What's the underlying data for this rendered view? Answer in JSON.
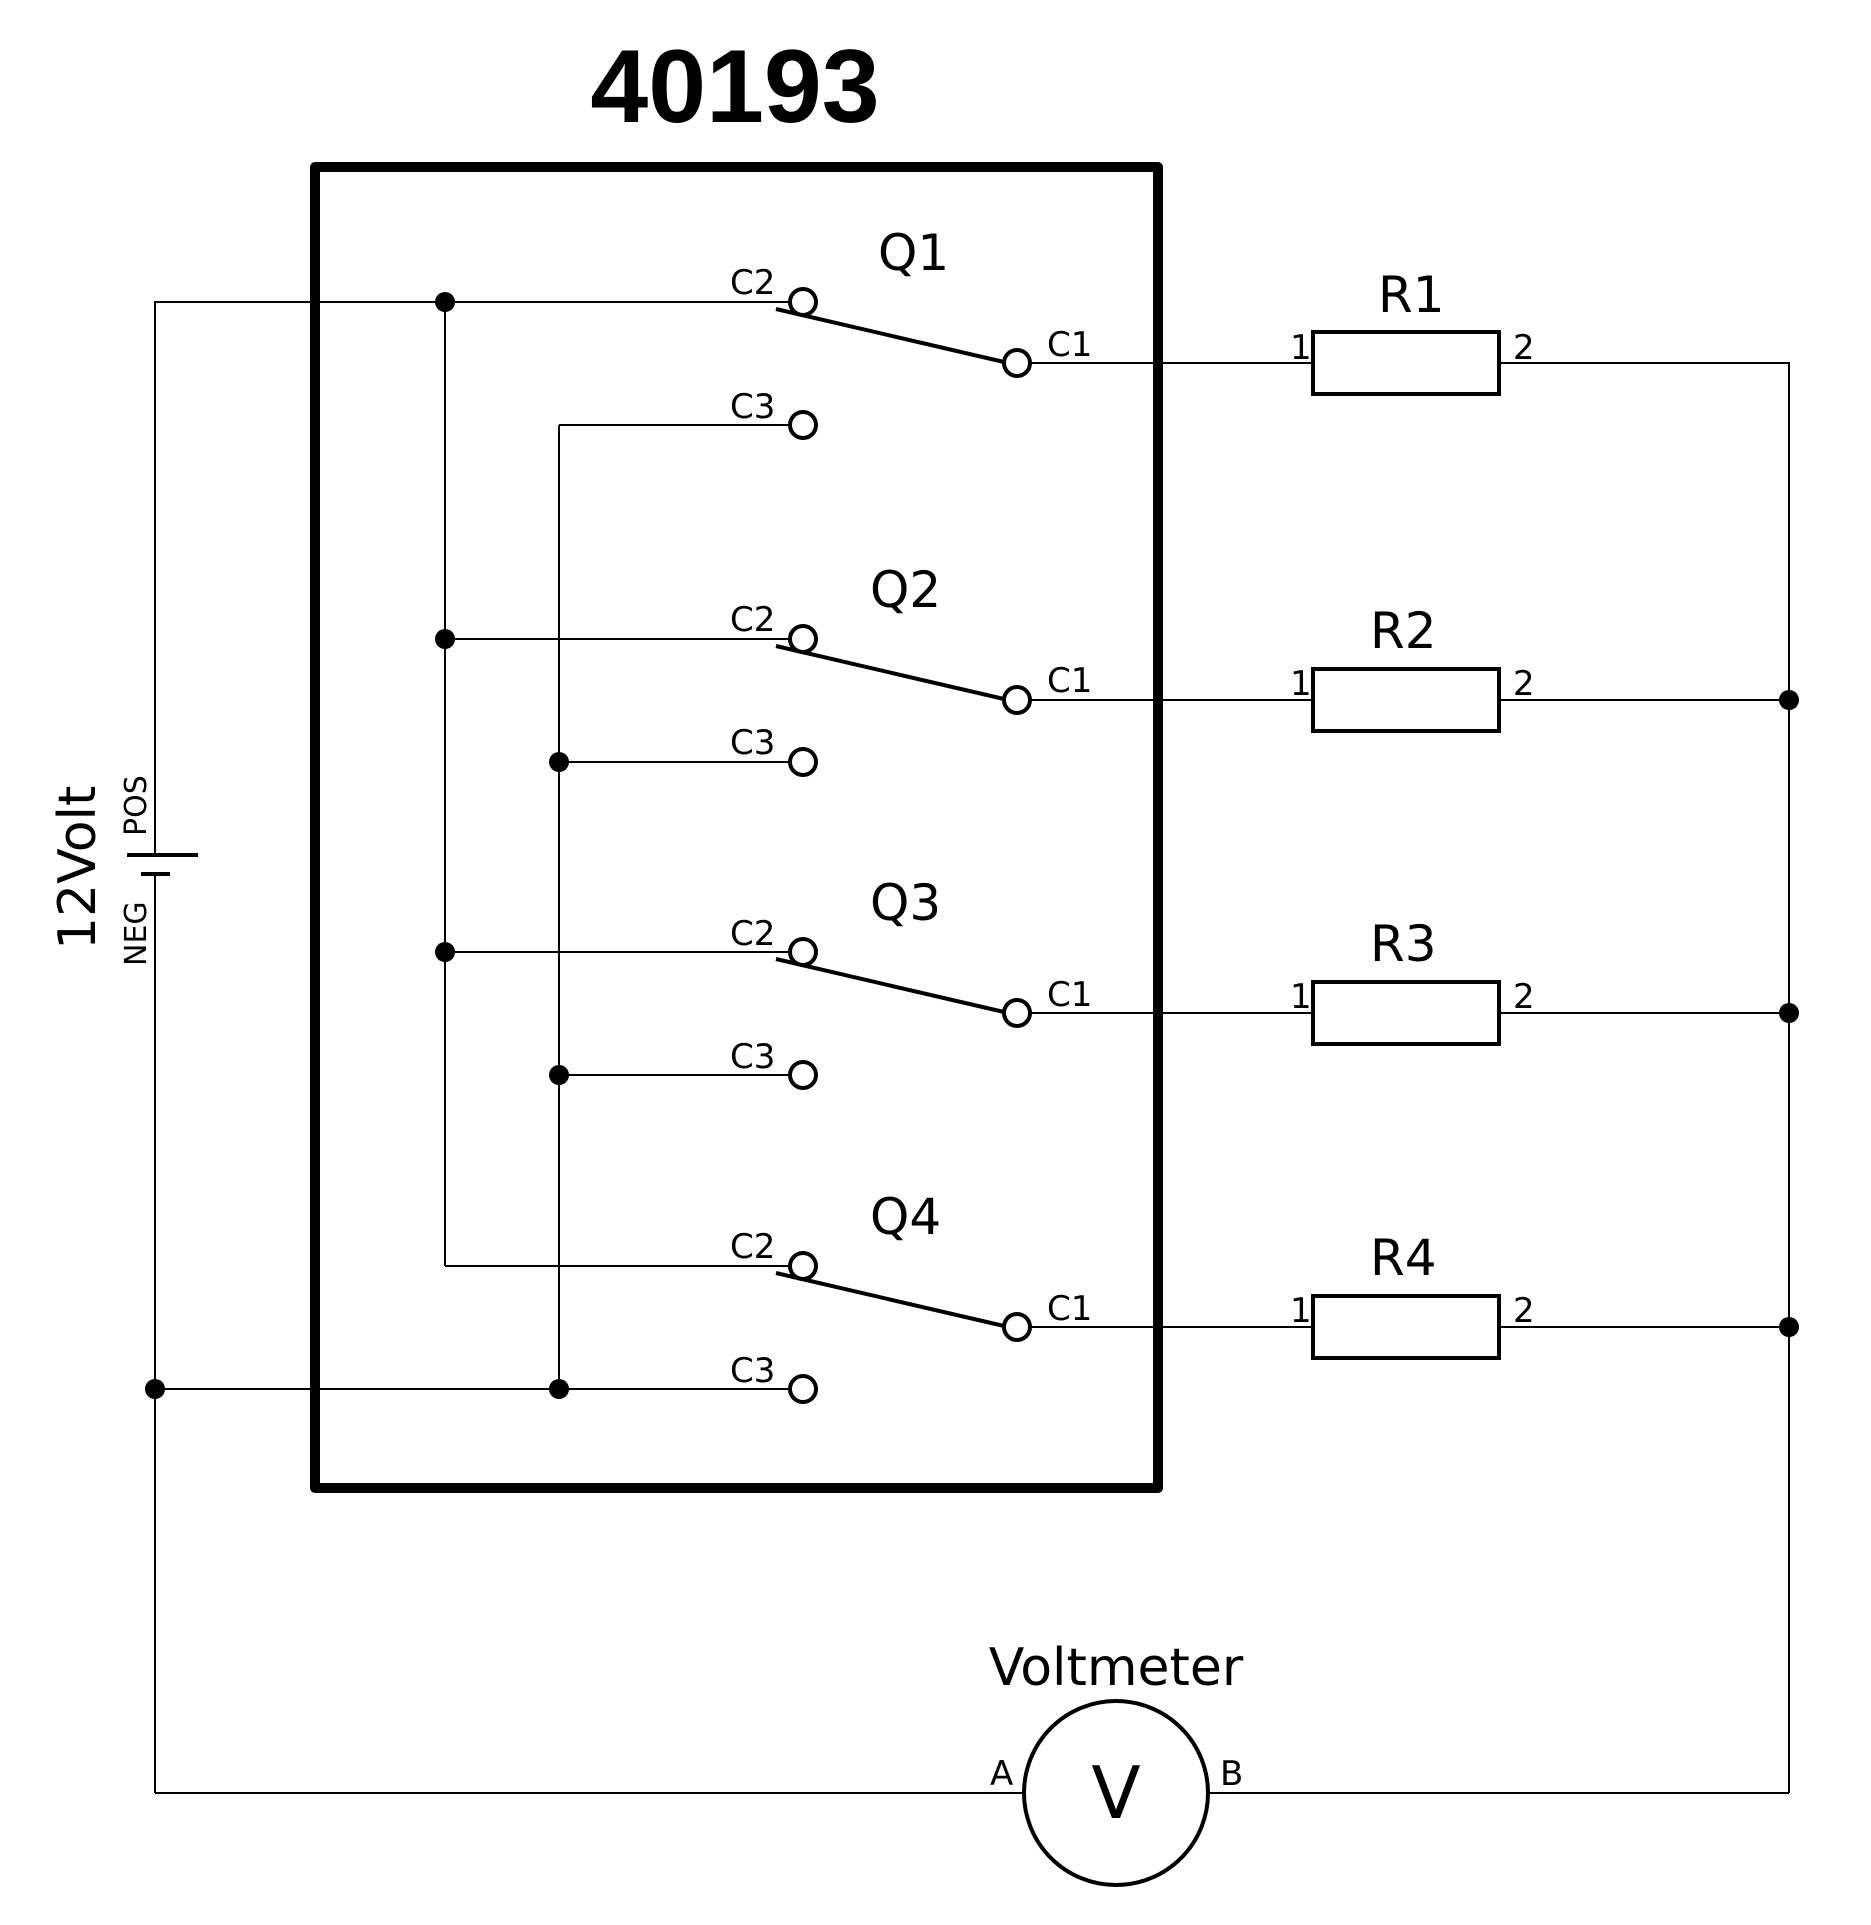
{
  "diagram": {
    "chip": {
      "title": "40193"
    },
    "switches": [
      {
        "name": "Q1",
        "c2": "C2",
        "c3": "C3",
        "c1": "C1"
      },
      {
        "name": "Q2",
        "c2": "C2",
        "c3": "C3",
        "c1": "C1"
      },
      {
        "name": "Q3",
        "c2": "C2",
        "c3": "C3",
        "c1": "C1"
      },
      {
        "name": "Q4",
        "c2": "C2",
        "c3": "C3",
        "c1": "C1"
      }
    ],
    "resistors": [
      {
        "name": "R1",
        "pin1": "1",
        "pin2": "2"
      },
      {
        "name": "R2",
        "pin1": "1",
        "pin2": "2"
      },
      {
        "name": "R3",
        "pin1": "1",
        "pin2": "2"
      },
      {
        "name": "R4",
        "pin1": "1",
        "pin2": "2"
      }
    ],
    "battery": {
      "label": "12Volt",
      "pos": "POS",
      "neg": "NEG"
    },
    "voltmeter": {
      "title": "Voltmeter",
      "symbol": "V",
      "pin_a": "A",
      "pin_b": "B"
    }
  }
}
